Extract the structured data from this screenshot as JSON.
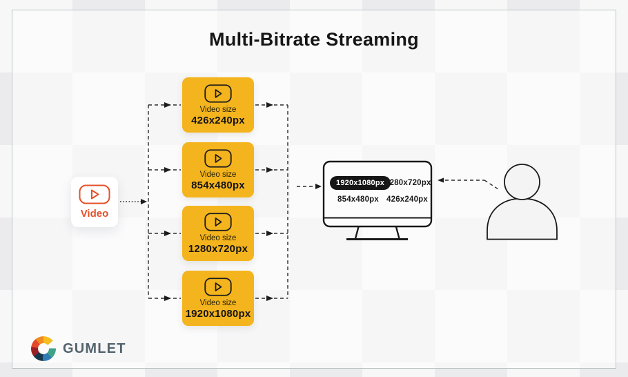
{
  "title": "Multi-Bitrate Streaming",
  "source_box": {
    "label": "Video"
  },
  "renditions": [
    {
      "size_label": "Video size",
      "resolution": "426x240px"
    },
    {
      "size_label": "Video size",
      "resolution": "854x480px"
    },
    {
      "size_label": "Video size",
      "resolution": "1280x720px"
    },
    {
      "size_label": "Video size",
      "resolution": "1920x1080px"
    }
  ],
  "monitor": {
    "selected_resolution": "1920x1080px",
    "resolutions": [
      "1280x720px",
      "854x480px",
      "426x240px"
    ]
  },
  "brand": {
    "name": "GUMLET"
  },
  "colors": {
    "accent_yellow": "#F4B41E",
    "accent_orange": "#E4512B",
    "ink": "#1A1A1A",
    "brand_slate": "#53636D"
  }
}
